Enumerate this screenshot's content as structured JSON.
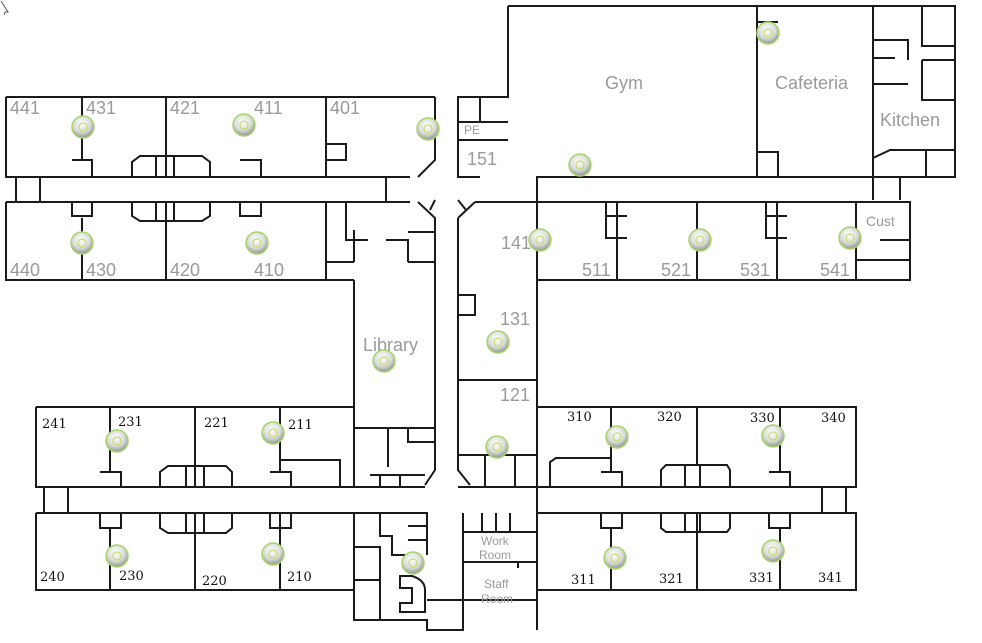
{
  "rooms": {
    "gym": "Gym",
    "cafeteria": "Cafeteria",
    "kitchen": "Kitchen",
    "pe": "PE",
    "r151": "151",
    "cust": "Cust",
    "library": "Library",
    "work_room": [
      "Work",
      "Room"
    ],
    "staff_room": [
      "Staff",
      "Room"
    ],
    "north_top": [
      "441",
      "431",
      "421",
      "411",
      "401"
    ],
    "north_bottom": [
      "440",
      "430",
      "420",
      "410"
    ],
    "east": [
      "141",
      "511",
      "521",
      "531",
      "541"
    ],
    "center": [
      "131",
      "121"
    ],
    "south_west_top": [
      "241",
      "231",
      "221",
      "211"
    ],
    "south_west_bottom": [
      "240",
      "230",
      "220",
      "210"
    ],
    "south_east_top": [
      "310",
      "320",
      "330",
      "340"
    ],
    "south_east_bottom": [
      "311",
      "321",
      "331",
      "341"
    ]
  },
  "colors": {
    "wall": "#1a1a1a",
    "label": "#9a9a9a",
    "ap_ring": "#a8d46a"
  },
  "access_point_icon": "wireless-access-point-icon"
}
